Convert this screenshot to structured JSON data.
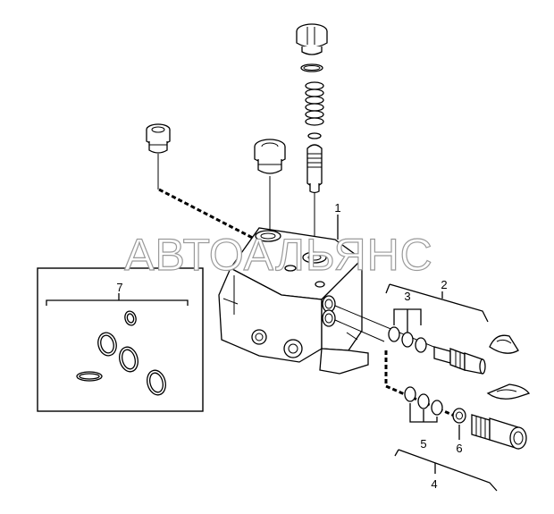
{
  "diagram": {
    "labels": {
      "l1": "1",
      "l2": "2",
      "l3": "3",
      "l4": "4",
      "l5": "5",
      "l6": "6",
      "l7": "7"
    },
    "watermark": "АВТОАЛЬЯНС"
  },
  "colors": {
    "line": "#000000",
    "background": "#ffffff",
    "watermark_outline": "#9a9a9a"
  }
}
